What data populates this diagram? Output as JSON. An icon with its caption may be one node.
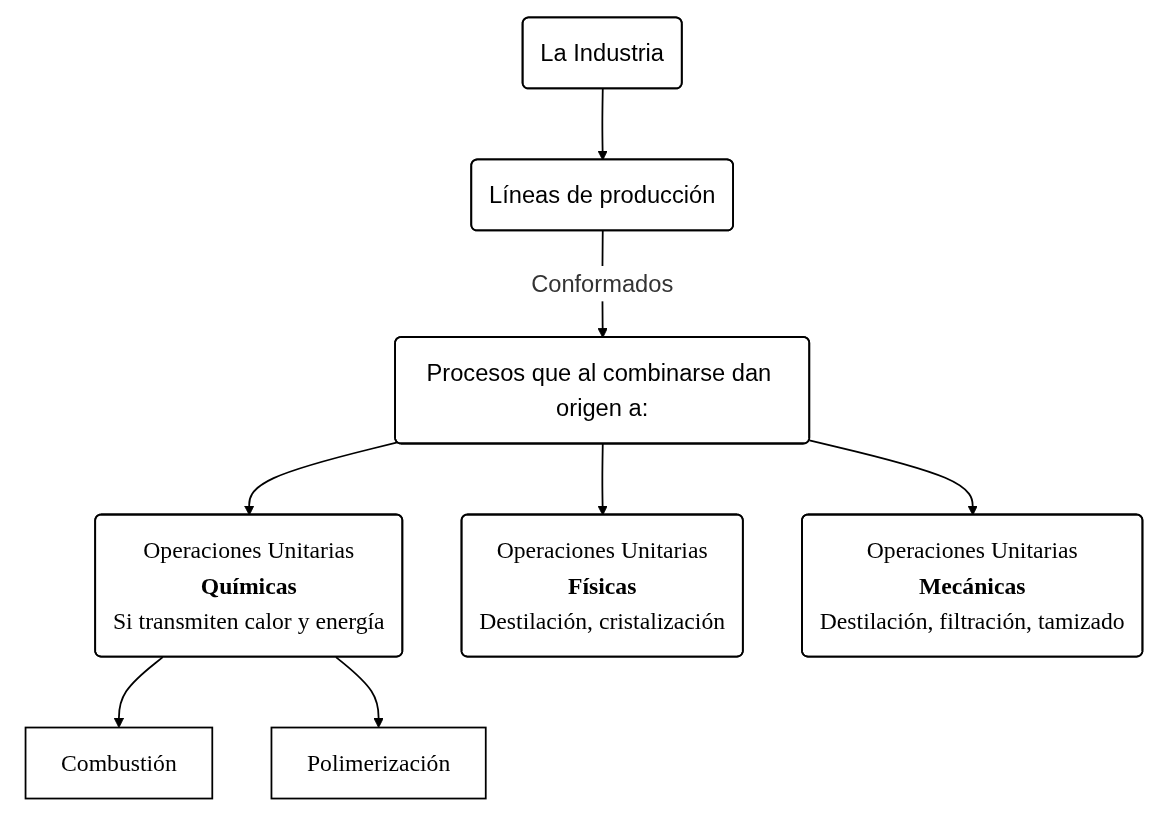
{
  "diagram": {
    "nodes": [
      {
        "text": [
          "La Industria"
        ]
      },
      {
        "text": [
          "Líneas de producción"
        ]
      },
      {
        "text": [
          "Procesos que al combinarse dan origen a:"
        ]
      },
      {
        "text": [
          "Operaciones Unitarias",
          "Químicas",
          "Si transmiten calor y energía"
        ]
      },
      {
        "text": [
          "Operaciones Unitarias",
          "Físicas",
          "Destilación, cristalización"
        ]
      },
      {
        "text": [
          "Operaciones Unitarias",
          "Mecánicas",
          "Destilación, filtración, tamizado"
        ]
      },
      {
        "text": [
          "Combustión"
        ]
      },
      {
        "text": [
          "Polimerización"
        ]
      }
    ],
    "edges": [
      {
        "from": 0,
        "to": 1,
        "arrow": "to"
      },
      {
        "from": 1,
        "to": 2,
        "arrow": "to",
        "label": "Conformados"
      },
      {
        "from": 2,
        "to": 3,
        "arrow": "to"
      },
      {
        "from": 2,
        "to": 4,
        "arrow": "to"
      },
      {
        "from": 2,
        "to": 5,
        "arrow": "to"
      },
      {
        "from": 3,
        "to": 6,
        "arrow": "to"
      },
      {
        "from": 3,
        "to": 7,
        "arrow": "to"
      }
    ]
  }
}
